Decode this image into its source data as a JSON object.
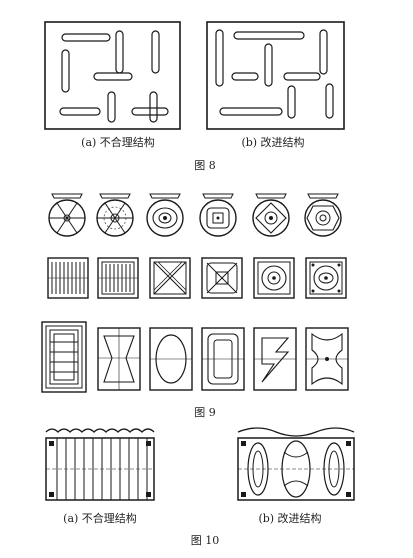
{
  "figure8": {
    "caption": "图 8",
    "label_a": "(a) 不合理结构",
    "label_b": "(b) 改进结构"
  },
  "figure9": {
    "caption": "图 9"
  },
  "figure10": {
    "caption": "图 10",
    "label_a": "(a) 不合理结构",
    "label_b": "(b) 改进结构"
  }
}
